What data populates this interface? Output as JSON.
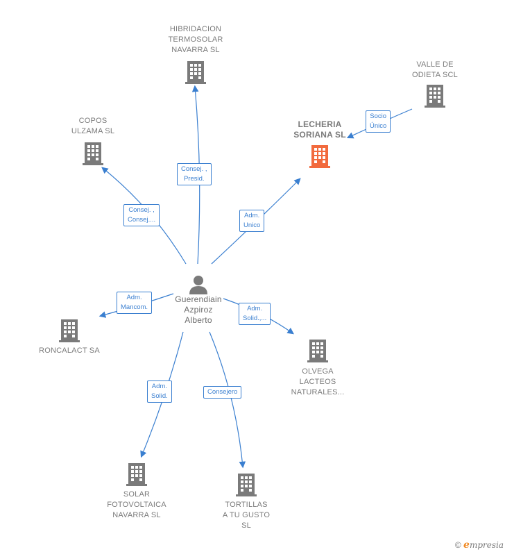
{
  "person": {
    "name": "Guerendiain\nAzpiroz\nAlberto",
    "icon": "person-icon"
  },
  "companies": {
    "hibridacion": "HIBRIDACION\nTERMOSOLAR\nNAVARRA SL",
    "valle": "VALLE DE\nODIETA SCL",
    "copos": "COPOS\nULZAMA SL",
    "lecheria": "LECHERIA\nSORIANA  SL",
    "roncalact": "RONCALACT SA",
    "olvega": "OLVEGA\nLACTEOS\nNATURALES...",
    "solar": "SOLAR\nFOTOVOLTAICA\nNAVARRA SL",
    "tortillas": "TORTILLAS\nA TU GUSTO\nSL"
  },
  "edges": {
    "copos": "Consej. ,\nConsej....",
    "hibridacion": "Consej. ,\nPresid.",
    "lecheria": "Adm.\nUnico",
    "valle": "Socio\nÚnico",
    "roncalact": "Adm.\nMancom.",
    "olvega": "Adm.\nSolid.,...",
    "solar": "Adm.\nSolid.",
    "tortillas": "Consejero"
  },
  "colors": {
    "edge": "#3a7fd0",
    "building": "#7a7a7a",
    "highlight": "#f26a3d"
  },
  "footer": {
    "copyright": "©",
    "brand_e": "e",
    "brand_rest": "mpresia"
  }
}
